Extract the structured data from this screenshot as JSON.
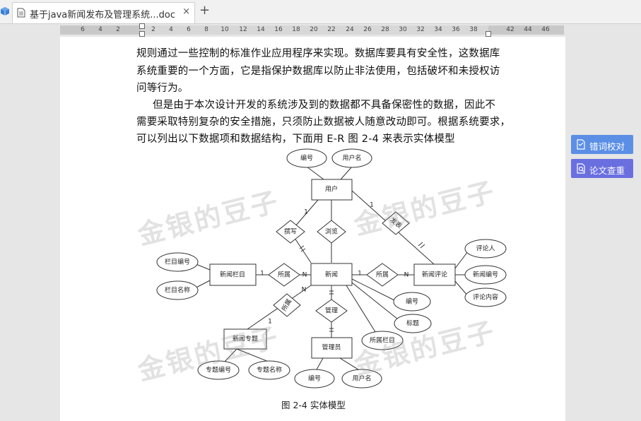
{
  "tab": {
    "title": "基于java新闻发布及管理系统...doc",
    "close": "×",
    "new_tab": "+"
  },
  "ruler": {
    "numbers": [
      "6",
      "4",
      "2",
      "2",
      "4",
      "6",
      "8",
      "10",
      "12",
      "14",
      "16",
      "18",
      "20",
      "22",
      "24",
      "26",
      "28",
      "30",
      "32",
      "34",
      "36",
      "38",
      "42",
      "44",
      "46"
    ]
  },
  "body": {
    "lines": [
      "规则通过一些控制的标准作业应用程序来实现。数据库要具有安全性，这数据库",
      "系统重要的一个方面，它是指保护数据库以防止非法使用，包括破坏和未授权访",
      "问等行为。",
      "但是由于本次设计开发的系统涉及到的数据都不具备保密性的数据，因此不",
      "需要采取特别复杂的安全措施，只须防止数据被人随意改动即可。根据系统要求，",
      "可以列出以下数据项和数据结构，下面用 E-R 图 2-4 来表示实体模型"
    ]
  },
  "diagram": {
    "entities": {
      "user": "用户",
      "news": "新闻",
      "column": "新闻栏目",
      "comment": "新闻评论",
      "topic": "新闻专题",
      "admin": "管理员"
    },
    "relations": {
      "write": "撰写",
      "browse": "浏览",
      "publish": "发表",
      "belong_left": "所属",
      "belong_right": "所属",
      "belong_topic": "所属",
      "manage": "管理"
    },
    "attributes": {
      "user_id": "编号",
      "user_name": "用户名",
      "col_id": "栏目编号",
      "col_name": "栏目名称",
      "cm_user": "评论人",
      "cm_news": "新闻编号",
      "cm_content": "评论内容",
      "news_id": "编号",
      "news_title": "标题",
      "news_col": "所属栏目",
      "tp_id": "专题编号",
      "tp_name": "专题名称",
      "ad_id": "编号",
      "ad_name": "用户名"
    },
    "cardinality": {
      "one": "1",
      "many": "N"
    }
  },
  "caption": "图 2-4 实体模型",
  "watermark": "金银的豆子",
  "side_buttons": {
    "proofread": "错词校对",
    "thesis_check": "论文查重"
  },
  "colors": {
    "button_top": "#5b8fe6",
    "button_bottom": "#6a6fe0",
    "page": "#ffffff",
    "background": "#e6e6e6"
  }
}
